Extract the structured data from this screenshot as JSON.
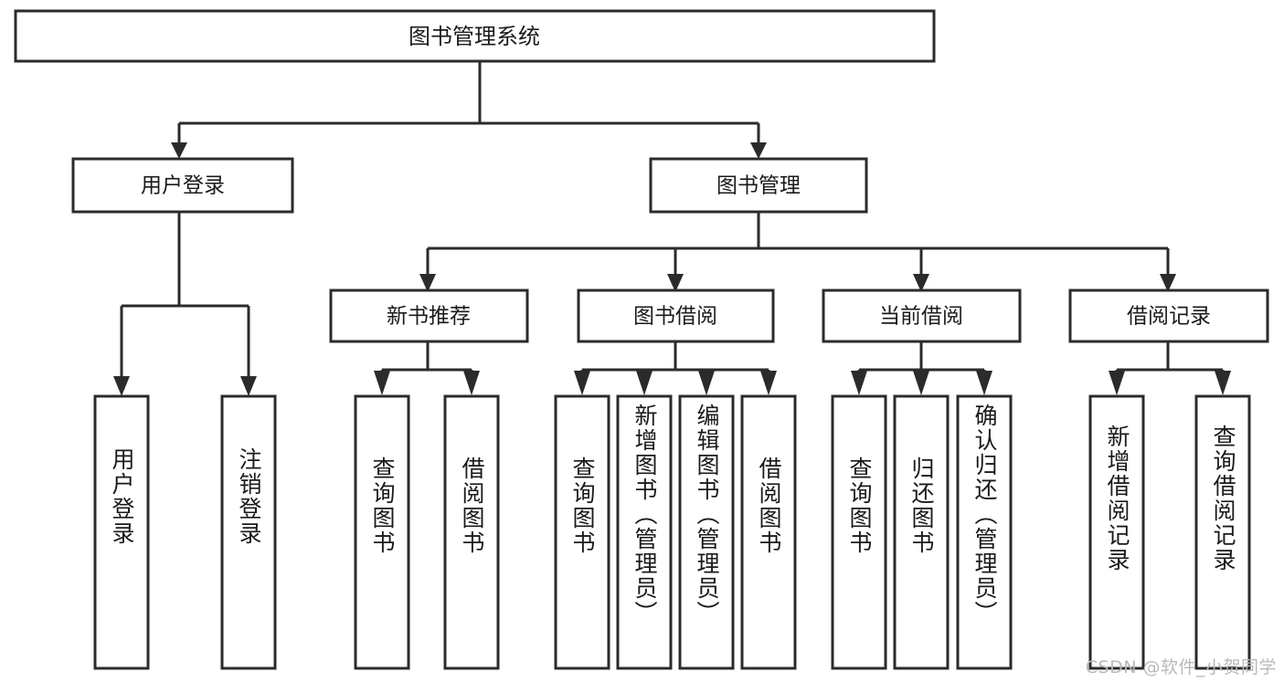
{
  "diagram": {
    "title": "图书管理系统",
    "type": "hierarchy-tree",
    "root": {
      "label": "图书管理系统",
      "orientation": "horizontal"
    },
    "level2": [
      {
        "label": "用户登录",
        "orientation": "horizontal"
      },
      {
        "label": "图书管理",
        "orientation": "horizontal"
      }
    ],
    "level3": [
      {
        "label": "新书推荐",
        "orientation": "horizontal",
        "parent": "图书管理"
      },
      {
        "label": "图书借阅",
        "orientation": "horizontal",
        "parent": "图书管理"
      },
      {
        "label": "当前借阅",
        "orientation": "horizontal",
        "parent": "图书管理"
      },
      {
        "label": "借阅记录",
        "orientation": "horizontal",
        "parent": "图书管理"
      }
    ],
    "leaves": [
      {
        "label": "用户登录",
        "orientation": "vertical",
        "parent": "用户登录"
      },
      {
        "label": "注销登录",
        "orientation": "vertical",
        "parent": "用户登录"
      },
      {
        "label": "查询图书",
        "orientation": "vertical",
        "parent": "新书推荐"
      },
      {
        "label": "借阅图书",
        "orientation": "vertical",
        "parent": "新书推荐"
      },
      {
        "label": "查询图书",
        "orientation": "vertical",
        "parent": "图书借阅"
      },
      {
        "label": "新增图书（管理员）",
        "orientation": "vertical",
        "parent": "图书借阅"
      },
      {
        "label": "编辑图书（管理员）",
        "orientation": "vertical",
        "parent": "图书借阅"
      },
      {
        "label": "借阅图书",
        "orientation": "vertical",
        "parent": "图书借阅"
      },
      {
        "label": "查询图书",
        "orientation": "vertical",
        "parent": "当前借阅"
      },
      {
        "label": "归还图书",
        "orientation": "vertical",
        "parent": "当前借阅"
      },
      {
        "label": "确认归还（管理员）",
        "orientation": "vertical",
        "parent": "当前借阅"
      },
      {
        "label": "新增借阅记录",
        "orientation": "vertical",
        "parent": "借阅记录"
      },
      {
        "label": "查询借阅记录",
        "orientation": "vertical",
        "parent": "借阅记录"
      }
    ],
    "watermark": "CSDN @软件_小贺同学",
    "colors": {
      "background": "#ffffff",
      "stroke": "#2b2b2b",
      "text": "#1a1a1a",
      "watermark": "#b9b9b9"
    }
  }
}
